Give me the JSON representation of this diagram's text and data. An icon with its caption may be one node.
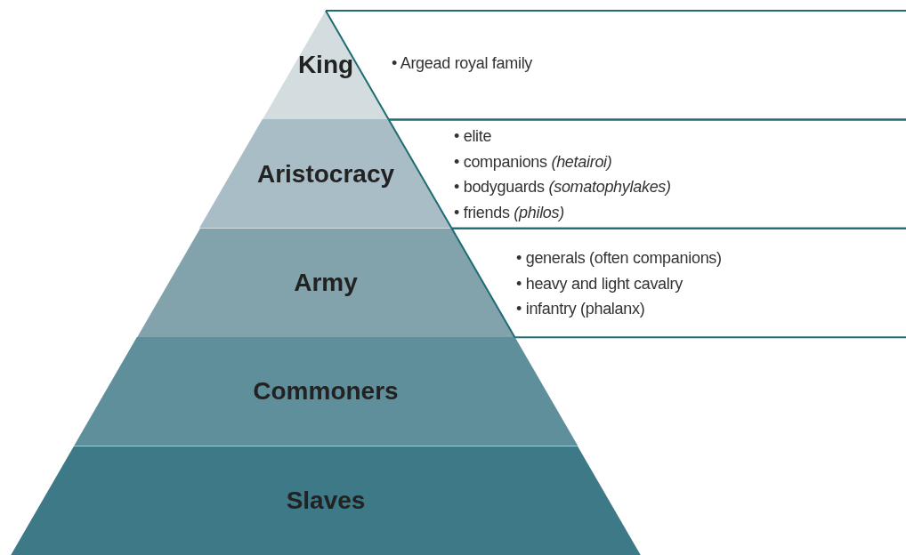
{
  "diagram": {
    "nodes": [
      {
        "text": [
          "King"
        ],
        "beside": [
          "• Argead royal family"
        ]
      },
      {
        "text": [
          "Aristocracy"
        ],
        "beside": [
          "• elite",
          "• companions *(hetairoi)*",
          "• bodyguards *(somatophylakes)*",
          "• friends *(philos)*"
        ]
      },
      {
        "text": [
          "Army"
        ],
        "beside": [
          "• generals (often companions)",
          "• heavy and light cavalry",
          "• infantry (phalanx)"
        ]
      },
      {
        "text": [
          "Commoners"
        ]
      },
      {
        "text": [
          "Slaves"
        ]
      }
    ]
  }
}
